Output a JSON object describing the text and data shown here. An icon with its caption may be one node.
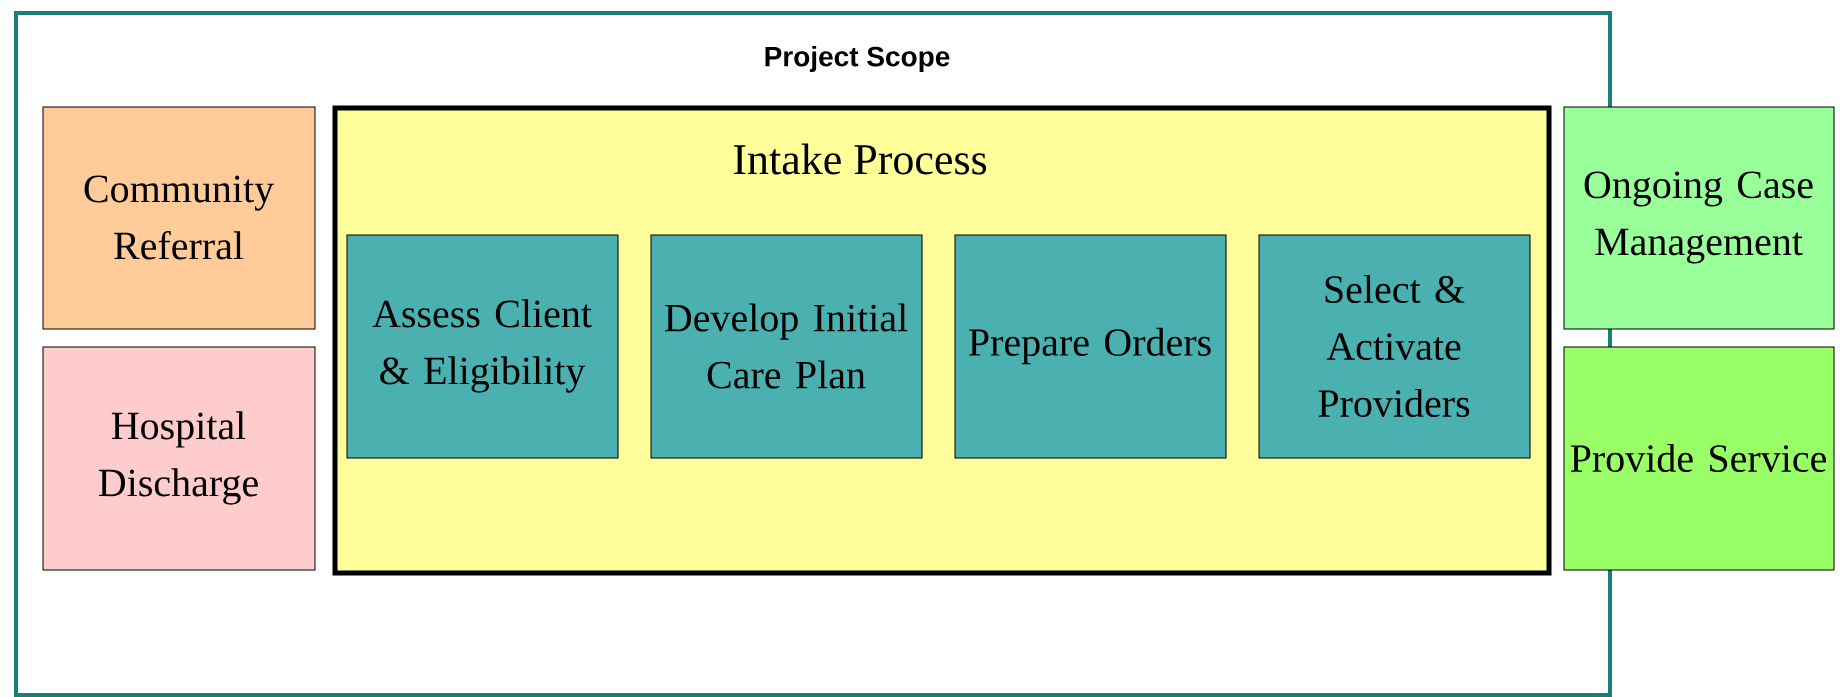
{
  "diagram": {
    "nodes": [
      {
        "text": [
          "Project Scope"
        ]
      },
      {
        "text": [
          "Community Referral"
        ],
        "in": 0
      },
      {
        "text": [
          "Hospital Discharge"
        ],
        "in": 0
      },
      {
        "text": [
          "Intake Process"
        ],
        "in": 0
      },
      {
        "text": [
          "Assess Client & Eligibility"
        ],
        "in": 3
      },
      {
        "text": [
          "Develop Initial Care Plan"
        ],
        "in": 3
      },
      {
        "text": [
          "Prepare Orders"
        ],
        "in": 3
      },
      {
        "text": [
          "Select & Activate Providers"
        ],
        "in": 3
      },
      {
        "text": [
          "Ongoing Case Management"
        ]
      },
      {
        "text": [
          "Provide Service"
        ]
      }
    ]
  }
}
